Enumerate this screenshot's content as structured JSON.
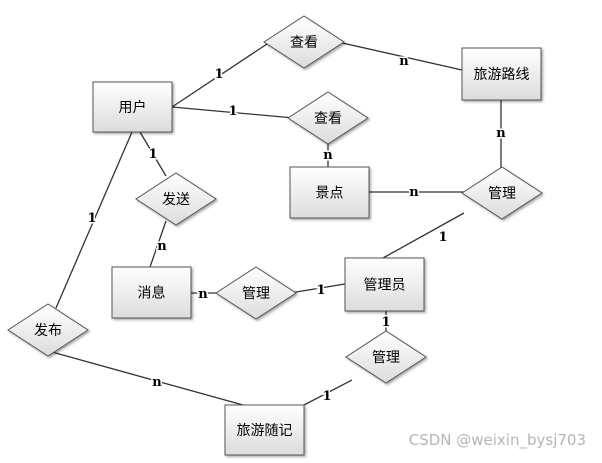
{
  "diagram": {
    "entities": [
      {
        "id": "user",
        "label": "用户"
      },
      {
        "id": "route",
        "label": "旅游路线"
      },
      {
        "id": "spot",
        "label": "景点"
      },
      {
        "id": "message",
        "label": "消息"
      },
      {
        "id": "admin",
        "label": "管理员"
      },
      {
        "id": "notes",
        "label": "旅游随记"
      }
    ],
    "relationships": [
      {
        "id": "view1",
        "label": "查看"
      },
      {
        "id": "view2",
        "label": "查看"
      },
      {
        "id": "send",
        "label": "发送"
      },
      {
        "id": "manage1",
        "label": "管理"
      },
      {
        "id": "manage2",
        "label": "管理"
      },
      {
        "id": "manage3",
        "label": "管理"
      },
      {
        "id": "publish",
        "label": "发布"
      }
    ],
    "links": [
      {
        "from": "user",
        "to": "view1",
        "card": "1"
      },
      {
        "from": "view1",
        "to": "route",
        "card": "n"
      },
      {
        "from": "user",
        "to": "view2",
        "card": "1"
      },
      {
        "from": "view2",
        "to": "spot",
        "card": "n"
      },
      {
        "from": "user",
        "to": "send",
        "card": "1"
      },
      {
        "from": "send",
        "to": "message",
        "card": "n"
      },
      {
        "from": "user",
        "to": "publish",
        "card": "1"
      },
      {
        "from": "publish",
        "to": "notes",
        "card": "n"
      },
      {
        "from": "route",
        "to": "manage1",
        "card": "n"
      },
      {
        "from": "spot",
        "to": "manage1",
        "card": "n"
      },
      {
        "from": "manage1",
        "to": "admin",
        "card": "1"
      },
      {
        "from": "message",
        "to": "manage2",
        "card": "n"
      },
      {
        "from": "manage2",
        "to": "admin",
        "card": "1"
      },
      {
        "from": "admin",
        "to": "manage3",
        "card": "1"
      },
      {
        "from": "manage3",
        "to": "notes",
        "card": "1"
      }
    ]
  },
  "watermark": "CSDN @weixin_bysj703"
}
